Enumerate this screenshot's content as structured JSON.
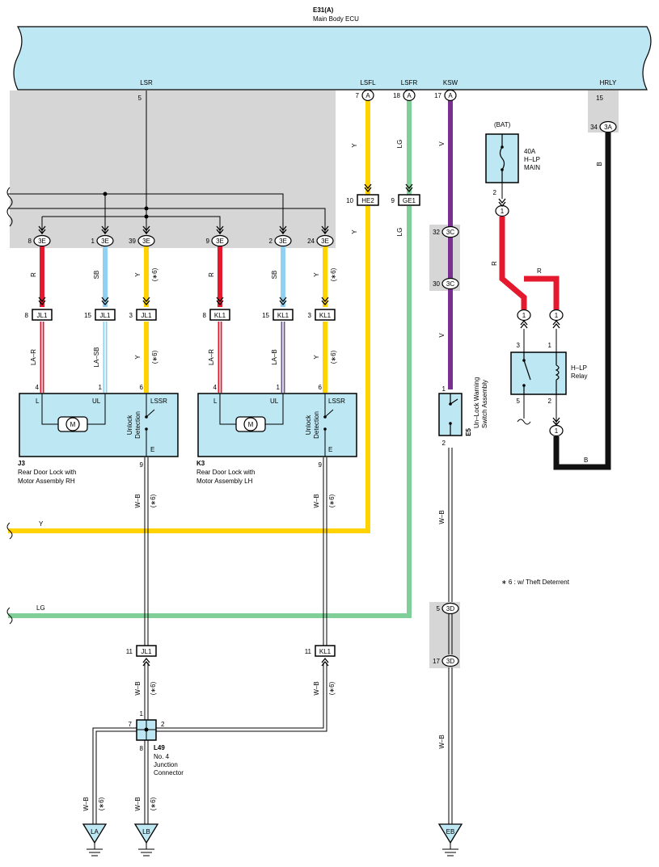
{
  "ecu": {
    "code": "E31(A)",
    "name": "Main Body ECU"
  },
  "ecu_terminals": {
    "lsr": "LSR",
    "lsfl": "LSFL",
    "lsfr": "LSFR",
    "ksw": "KSW",
    "hrly": "HRLY"
  },
  "pins": {
    "lsr": "5",
    "lsfl": "7",
    "lsfr": "18",
    "ksw": "17",
    "hrly": "15",
    "hrly_3a": "34",
    "he2": "10",
    "ge1": "9",
    "c3c_top": "32",
    "c3c_bot": "30",
    "d3d_top": "5",
    "d3d_bot": "17",
    "e3_1": "8",
    "e3_2": "1",
    "e3_3": "39",
    "e3_4": "9",
    "e3_5": "2",
    "e3_6": "24",
    "jl1_1": "8",
    "jl1_2": "15",
    "jl1_3": "3",
    "kl1_1": "8",
    "kl1_2": "15",
    "kl1_3": "3",
    "j3_l": "4",
    "j3_ul": "1",
    "j3_lssr": "6",
    "j3_e": "9",
    "k3_l": "4",
    "k3_ul": "1",
    "k3_lssr": "6",
    "k3_e": "9",
    "jl1_11": "11",
    "kl1_11": "11",
    "l49_1": "1",
    "l49_2": "2",
    "l49_7": "7",
    "l49_8": "8",
    "e5_1": "1",
    "e5_2": "2",
    "fuse_2": "2",
    "relay_3": "3",
    "relay_1": "1",
    "relay_5": "5",
    "relay_2": "2"
  },
  "connectors": {
    "a": "A",
    "e3": "3E",
    "c3": "3C",
    "d3": "3D",
    "a3": "3A",
    "jl1": "JL1",
    "kl1": "KL1",
    "he2": "HE2",
    "ge1": "GE1",
    "one": "1"
  },
  "wire_colors": {
    "y": "Y",
    "lg": "LG",
    "v": "V",
    "b": "B",
    "r": "R",
    "sb": "SB",
    "la_r": "LA–R",
    "la_sb": "LA–SB",
    "la_b": "LA–B",
    "w_b": "W–B"
  },
  "note_mark": "(∗6)",
  "components": {
    "j3": {
      "code": "J3",
      "name1": "Rear Door Lock with",
      "name2": "Motor Assembly RH"
    },
    "k3": {
      "code": "K3",
      "name1": "Rear Door Lock with",
      "name2": "Motor Assembly LH"
    },
    "terminal_l": "L",
    "terminal_ul": "UL",
    "terminal_lssr": "LSSR",
    "terminal_e": "E",
    "motor": "M",
    "unlock1": "Unlock",
    "unlock2": "Detection",
    "e5": {
      "code": "E5",
      "name1": "Un–Lock Warning",
      "name2": "Switch Assembly"
    },
    "l49": {
      "code": "L49",
      "name1": "No.  4",
      "name2": "Junction",
      "name3": "Connector"
    },
    "fuse": {
      "bat": "(BAT)",
      "rating": "40A",
      "name1": "H–LP",
      "name2": "MAIN"
    },
    "relay": {
      "name1": "H–LP",
      "name2": "Relay"
    }
  },
  "grounds": {
    "la": "LA",
    "lb": "LB",
    "eb": "EB"
  },
  "footnote": "∗ 6 : w/ Theft Deterrent",
  "colors": {
    "ecu_fill": "#bde7f3",
    "shade": "#d6d6d6",
    "yellow": "#ffd200",
    "green": "#80cf98",
    "violet": "#7a3090",
    "red": "#e5192d",
    "sky": "#90d0f0",
    "black": "#111111"
  }
}
